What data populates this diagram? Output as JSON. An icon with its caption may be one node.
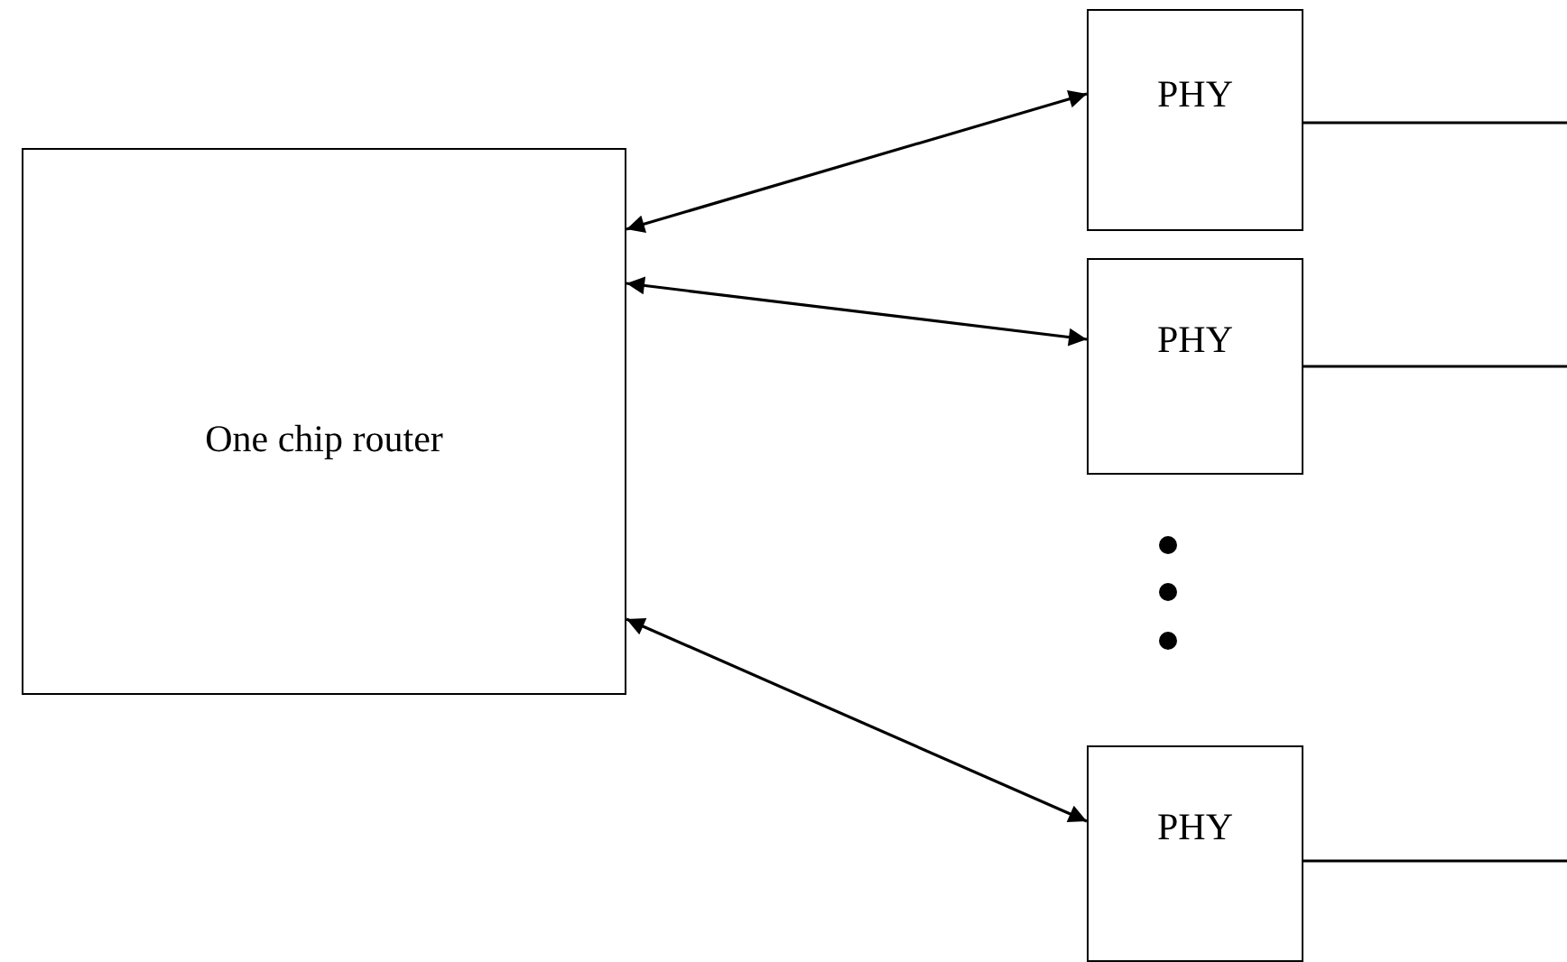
{
  "diagram": {
    "nodes": [
      {
        "text": [
          "One chip router"
        ]
      },
      {
        "text": [
          "PHY"
        ]
      },
      {
        "text": [
          "PHY"
        ]
      },
      {
        "text": [
          "PHY"
        ]
      }
    ],
    "edges": [
      {
        "from": 0,
        "to": 1,
        "arrow": "both"
      },
      {
        "from": 0,
        "to": 2,
        "arrow": "both"
      },
      {
        "from": 0,
        "to": 3,
        "arrow": "both"
      },
      {
        "from": 1,
        "to": null,
        "arrow": "none"
      },
      {
        "from": 2,
        "to": null,
        "arrow": "none"
      },
      {
        "from": 3,
        "to": null,
        "arrow": "none"
      }
    ]
  }
}
